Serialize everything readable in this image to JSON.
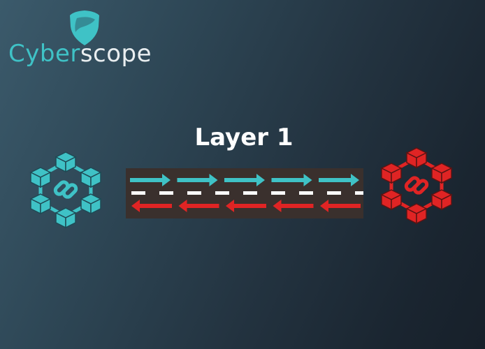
{
  "brand": {
    "name_part_a": "Cyber",
    "name_part_b": "scope",
    "accent_color": "#3fc2c6"
  },
  "title": "Layer 1",
  "diagram": {
    "left_chain": {
      "icon": "blockchain-network-icon",
      "color": "#3fc2c6"
    },
    "right_chain": {
      "icon": "blockchain-network-icon",
      "color": "#e02424"
    },
    "road": {
      "top_direction": "right",
      "bottom_direction": "left",
      "top_arrow_color": "#3fc2c6",
      "bottom_arrow_color": "#e02424",
      "arrow_count": 5
    }
  }
}
